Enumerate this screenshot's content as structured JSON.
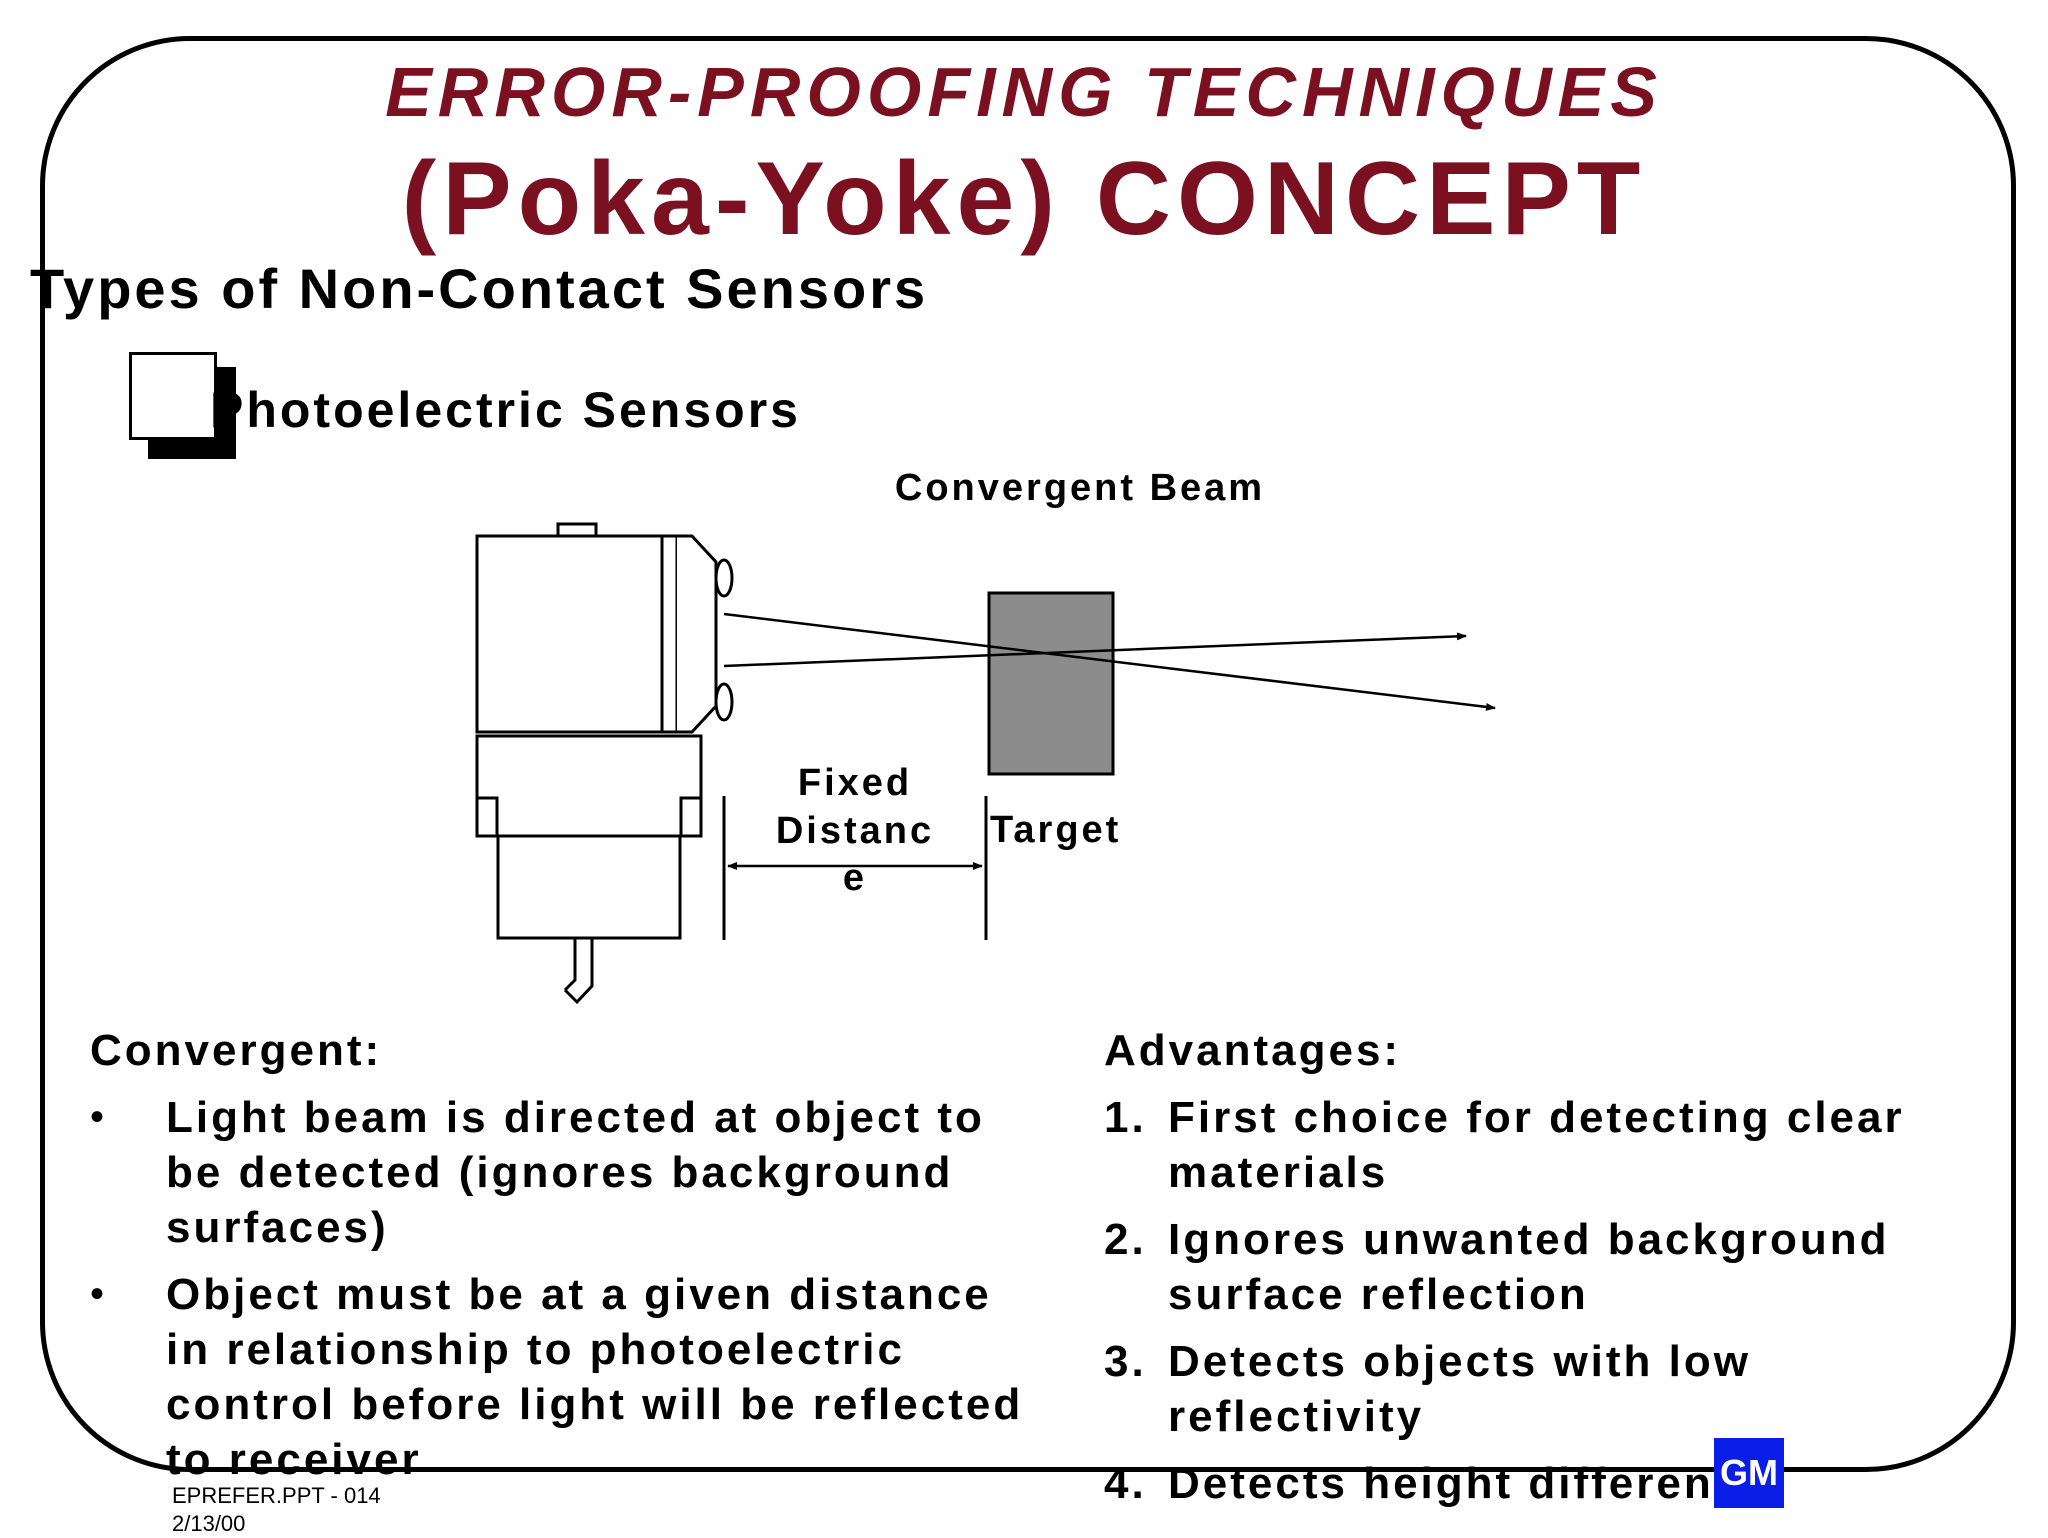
{
  "slide": {
    "title_line1": "ERROR-PROOFING TECHNIQUES",
    "title_line2": "(Poka-Yoke) CONCEPT",
    "subtitle": "Types of Non-Contact Sensors",
    "bullet_heading": "Photoelectric Sensors",
    "accent_color": "#7a1020"
  },
  "diagram": {
    "title": "Convergent Beam",
    "distance_label_lines": [
      "Fixed",
      "Distanc",
      "e"
    ],
    "target_label": "Target"
  },
  "left_column": {
    "heading": "Convergent:",
    "bullet_mark": "•",
    "items": [
      {
        "lines": [
          "Light beam is directed at object to",
          "be detected (ignores background",
          "surfaces)"
        ]
      },
      {
        "lines": [
          "Object must be at a given distance",
          "in relationship to photoelectric",
          "control before light will be reflected",
          "to receiver"
        ]
      }
    ]
  },
  "right_column": {
    "heading": "Advantages:",
    "items": [
      {
        "num": "1.",
        "lines": [
          "First choice for detecting clear",
          "materials"
        ]
      },
      {
        "num": "2.",
        "lines": [
          "Ignores unwanted background",
          "surface reflection"
        ]
      },
      {
        "num": "3.",
        "lines": [
          "Detects objects with low",
          "reflectivity"
        ]
      },
      {
        "num": "4.",
        "lines": [
          "Detects height differential"
        ]
      }
    ]
  },
  "footer": {
    "file": "EPREFER.PPT - 014",
    "date": "2/13/00",
    "logo_text": "GM",
    "logo_color": "#0a1ee8"
  }
}
